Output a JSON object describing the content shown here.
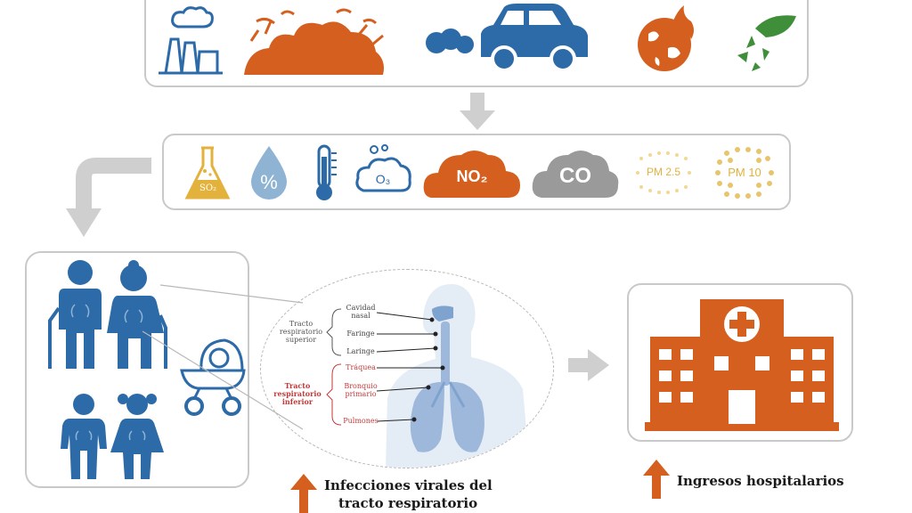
{
  "pollutants": {
    "so2": "SO₂",
    "no2": "NO₂",
    "co": "CO",
    "pm25": "PM 2.5",
    "pm10": "PM 10"
  },
  "respiratory": {
    "upper_tract": "Tracto respiratorio superior",
    "lower_tract": "Tracto respiratorio inferior",
    "nasal_cavity": "Cavidad nasal",
    "pharynx": "Faringe",
    "larynx": "Laringe",
    "trachea": "Tráquea",
    "bronchus": "Bronquio primario",
    "lungs": "Pulmones"
  },
  "outcomes": {
    "viral_infections_line1": "Infecciones virales del",
    "viral_infections_line2": "tracto respiratorio",
    "hospital_admissions": "Ingresos hospitalarios"
  },
  "colors": {
    "blue": "#2c6aa8",
    "orange": "#d45f1e",
    "gray": "#9a9a9a",
    "gold": "#e2b23c",
    "green": "#3e8e3a"
  }
}
